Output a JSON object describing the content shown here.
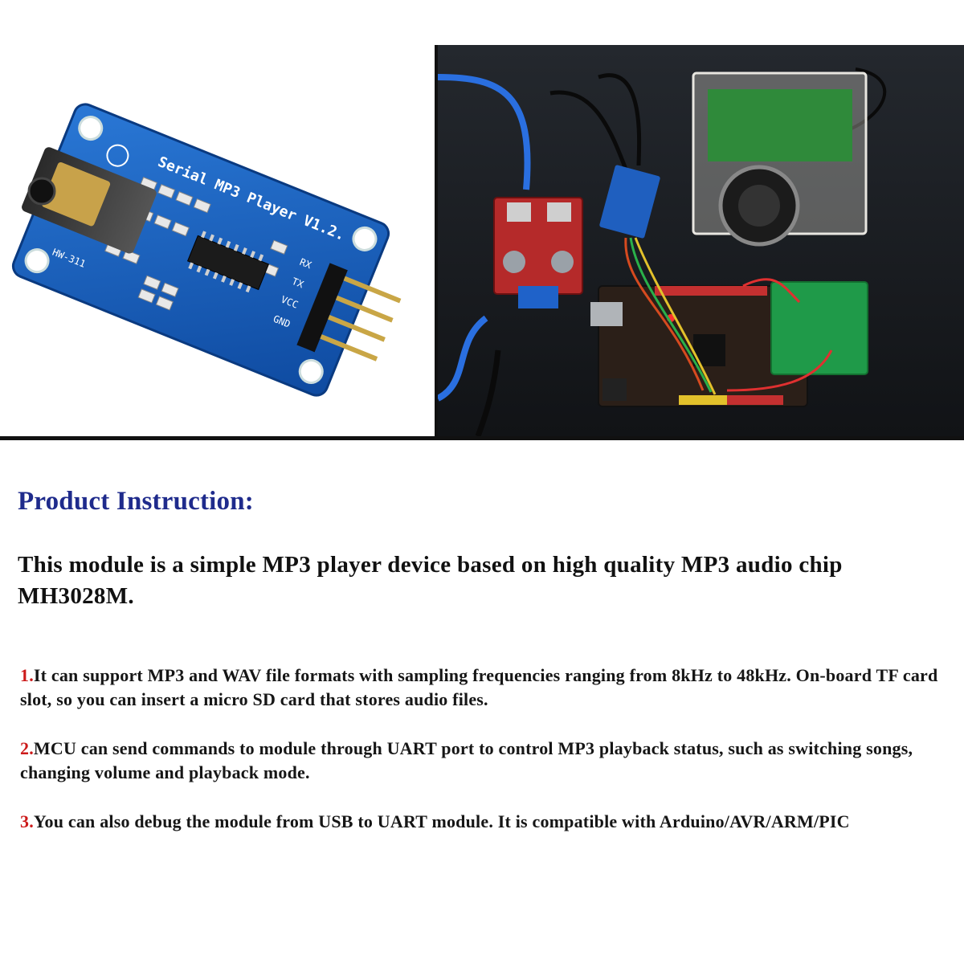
{
  "board_labels": {
    "title": "Serial MP3 Player V1.2.",
    "model": "HW-311",
    "pins": [
      "RX",
      "TX",
      "VCC",
      "GND"
    ]
  },
  "heading": "Product Instruction:",
  "intro": "This module is a simple MP3 player device based on high quality MP3 audio chip MH3028M.",
  "items": [
    {
      "num": "1.",
      "text": "It can support MP3 and WAV file formats with sampling frequencies ranging from 8kHz to 48kHz. On-board TF card slot, so you can insert a micro SD card that stores audio files."
    },
    {
      "num": "2.",
      "text": "MCU can send commands to module through UART port to control MP3 playback status, such as switching songs, changing volume and playback mode."
    },
    {
      "num": "3.",
      "text": "You can also debug the module from USB to UART module. It is compatible with Arduino/AVR/ARM/PIC"
    }
  ],
  "colors": {
    "heading": "#1f2b8c",
    "number": "#cc1a1a",
    "pcb": "#1356b3"
  }
}
